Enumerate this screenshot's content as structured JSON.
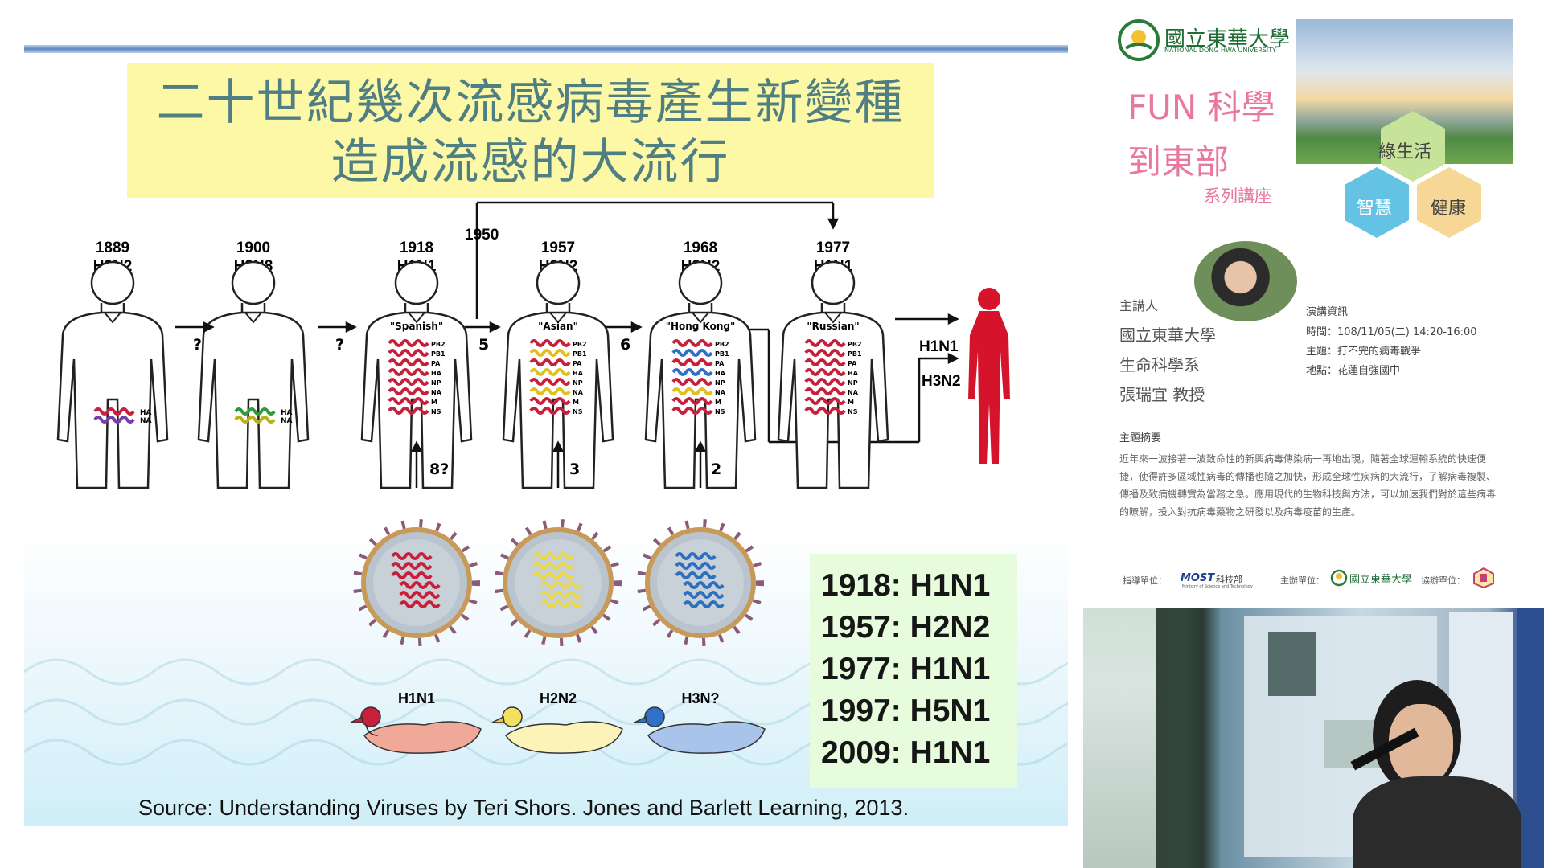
{
  "slide": {
    "title_line1": "二十世紀幾次流感病毒產生新變種",
    "title_line2": "造成流感的大流行",
    "figure": {
      "years": [
        "1889",
        "1900",
        "1918",
        "1957",
        "1968",
        "1977"
      ],
      "subtypes": [
        "H2N2",
        "H3N8",
        "H1N1",
        "H2N2",
        "H3N2",
        "H1N1"
      ],
      "person_labels": [
        "\"Spanish\"",
        "\"Asian\"",
        "\"Hong Kong\"",
        "\"Russian\""
      ],
      "gene_labels": [
        "PB2",
        "PB1",
        "PA",
        "HA",
        "NP",
        "NA",
        "M",
        "NS"
      ],
      "early_gene_labels": [
        "HA",
        "NA"
      ],
      "arrow_labels": [
        "?",
        "?",
        "5",
        "6"
      ],
      "year_1950": "1950",
      "output_labels": [
        "H1N1",
        "H3N2"
      ],
      "up_arrow_labels": [
        "8?",
        "3",
        "2"
      ],
      "duck_labels": [
        "H1N1",
        "H2N2",
        "H3N?"
      ]
    },
    "legend": [
      "1918: H1N1",
      "1957: H2N2",
      "1977: H1N1",
      "1997: H5N1",
      "2009: H1N1"
    ],
    "source": "Source: Understanding  Viruses by Teri Shors. Jones and Barlett Learning, 2013."
  },
  "poster": {
    "university_name": "國立東華大學",
    "university_name_en": "NATIONAL DONG HWA UNIVERSITY",
    "title_line1": "FUN 科學",
    "title_line2": "到東部",
    "series": "系列講座",
    "hex_labels": [
      "綠生活",
      "智慧",
      "健康"
    ],
    "speaker_heading": "主講人",
    "speaker_lines": [
      "國立東華大學",
      "生命科學系",
      "張瑞宜 教授"
    ],
    "info_heading": "演講資訊",
    "info_lines": [
      "時間：108/11/05(二) 14:20-16:00",
      "主題：打不完的病毒戰爭",
      "地點：花蓮自強國中"
    ],
    "summary_heading": "主題摘要",
    "summary_text": "近年來一波接著一波致命性的新興病毒傳染病一再地出現，隨著全球運輸系統的快速便捷，使得許多區域性病毒的傳播也隨之加快，形成全球性疾病的大流行，了解病毒複製、傳播及致病機轉實為當務之急。應用現代的生物科技與方法，可以加速我們對於這些病毒的瞭解，投入對抗病毒藥物之研發以及病毒疫苗的生產。",
    "footer": {
      "guide_label": "指導單位：",
      "most_logo": "MOST",
      "most_name": "科技部",
      "most_en": "Ministry of Science and Technology",
      "host_label": "主辦單位：",
      "host_name": "國立東華大學",
      "co_label": "協辦單位："
    }
  },
  "colors": {
    "title_bg": "#fdf8a6",
    "title_text": "#4f7f83",
    "legend_bg": "#e7fbdd",
    "red_gene": "#c8203c",
    "pink_title": "#e8789c",
    "hex_green": "#c7e39a",
    "hex_blue": "#64c3e4",
    "hex_orange": "#f7d796"
  }
}
